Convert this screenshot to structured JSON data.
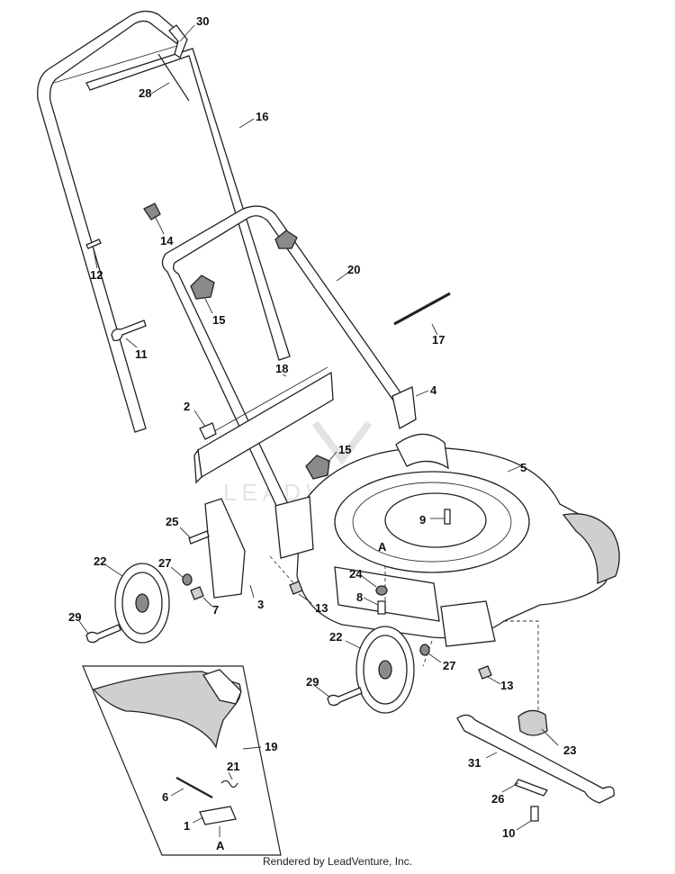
{
  "watermark": "LEADVENTURE",
  "footer": "Rendered by LeadVenture, Inc.",
  "parts": [
    {
      "key": "p30",
      "label": "30"
    },
    {
      "key": "p28",
      "label": "28"
    },
    {
      "key": "p16",
      "label": "16"
    },
    {
      "key": "p14",
      "label": "14"
    },
    {
      "key": "p12",
      "label": "12"
    },
    {
      "key": "p20",
      "label": "20"
    },
    {
      "key": "p15a",
      "label": "15"
    },
    {
      "key": "p17",
      "label": "17"
    },
    {
      "key": "p11",
      "label": "11"
    },
    {
      "key": "p18",
      "label": "18"
    },
    {
      "key": "p4",
      "label": "4"
    },
    {
      "key": "p2",
      "label": "2"
    },
    {
      "key": "p15b",
      "label": "15"
    },
    {
      "key": "p5",
      "label": "5"
    },
    {
      "key": "p9",
      "label": "9"
    },
    {
      "key": "p25",
      "label": "25"
    },
    {
      "key": "pA1",
      "label": "A"
    },
    {
      "key": "p22a",
      "label": "22"
    },
    {
      "key": "p27a",
      "label": "27"
    },
    {
      "key": "p24",
      "label": "24"
    },
    {
      "key": "p8",
      "label": "8"
    },
    {
      "key": "p7",
      "label": "7"
    },
    {
      "key": "p3",
      "label": "3"
    },
    {
      "key": "p13a",
      "label": "13"
    },
    {
      "key": "p29a",
      "label": "29"
    },
    {
      "key": "p22b",
      "label": "22"
    },
    {
      "key": "p27b",
      "label": "27"
    },
    {
      "key": "p29b",
      "label": "29"
    },
    {
      "key": "p13b",
      "label": "13"
    },
    {
      "key": "p19",
      "label": "19"
    },
    {
      "key": "p23",
      "label": "23"
    },
    {
      "key": "p21",
      "label": "21"
    },
    {
      "key": "p31",
      "label": "31"
    },
    {
      "key": "p6",
      "label": "6"
    },
    {
      "key": "p26",
      "label": "26"
    },
    {
      "key": "p1",
      "label": "1"
    },
    {
      "key": "pA2",
      "label": "A"
    },
    {
      "key": "p10",
      "label": "10"
    }
  ]
}
